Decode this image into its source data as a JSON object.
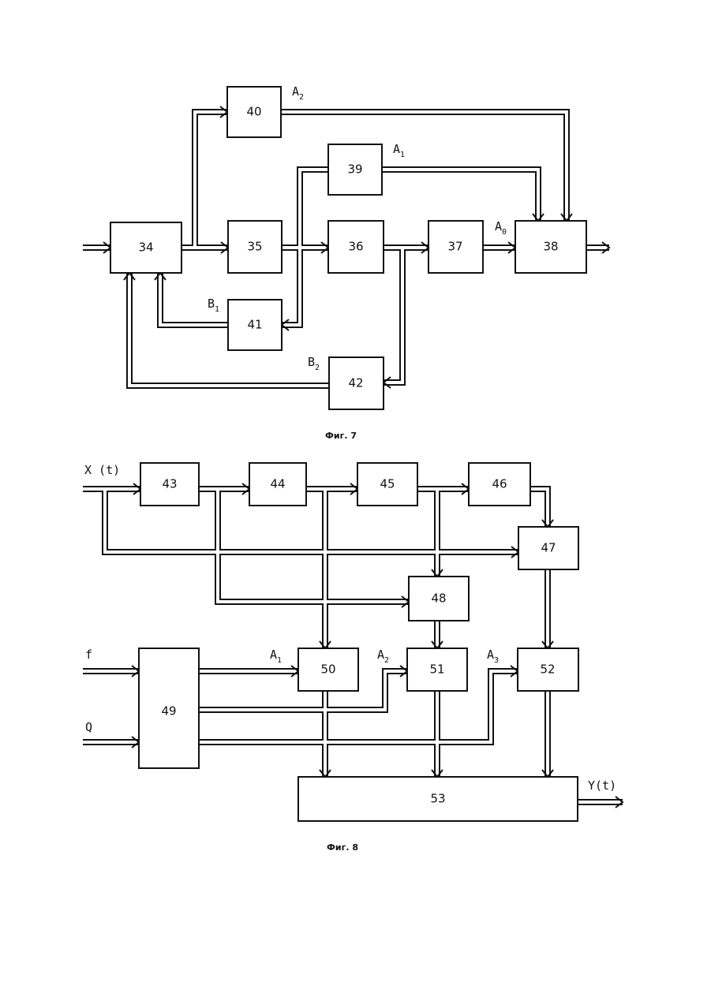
{
  "figures": [
    {
      "id": "fig7",
      "caption": "Фиг. 7",
      "blocks": [
        "34",
        "35",
        "36",
        "37",
        "38",
        "39",
        "40",
        "41",
        "42"
      ],
      "signals": {
        "a2": {
          "main": "A",
          "sub": "2"
        },
        "a1": {
          "main": "A",
          "sub": "1"
        },
        "a0": {
          "main": "A",
          "sub": "0"
        },
        "b1": {
          "main": "B",
          "sub": "1"
        },
        "b2": {
          "main": "B",
          "sub": "2"
        }
      }
    },
    {
      "id": "fig8",
      "caption": "Фиг. 8",
      "blocks": [
        "43",
        "44",
        "45",
        "46",
        "47",
        "48",
        "49",
        "50",
        "51",
        "52",
        "53"
      ],
      "inputs": {
        "x": "X (t)",
        "f": "f",
        "q": "Q"
      },
      "output": "Y(t)",
      "signals": {
        "a1": {
          "main": "A",
          "sub": "1"
        },
        "a2": {
          "main": "A",
          "sub": "2"
        },
        "a3": {
          "main": "A",
          "sub": "3"
        }
      }
    }
  ]
}
